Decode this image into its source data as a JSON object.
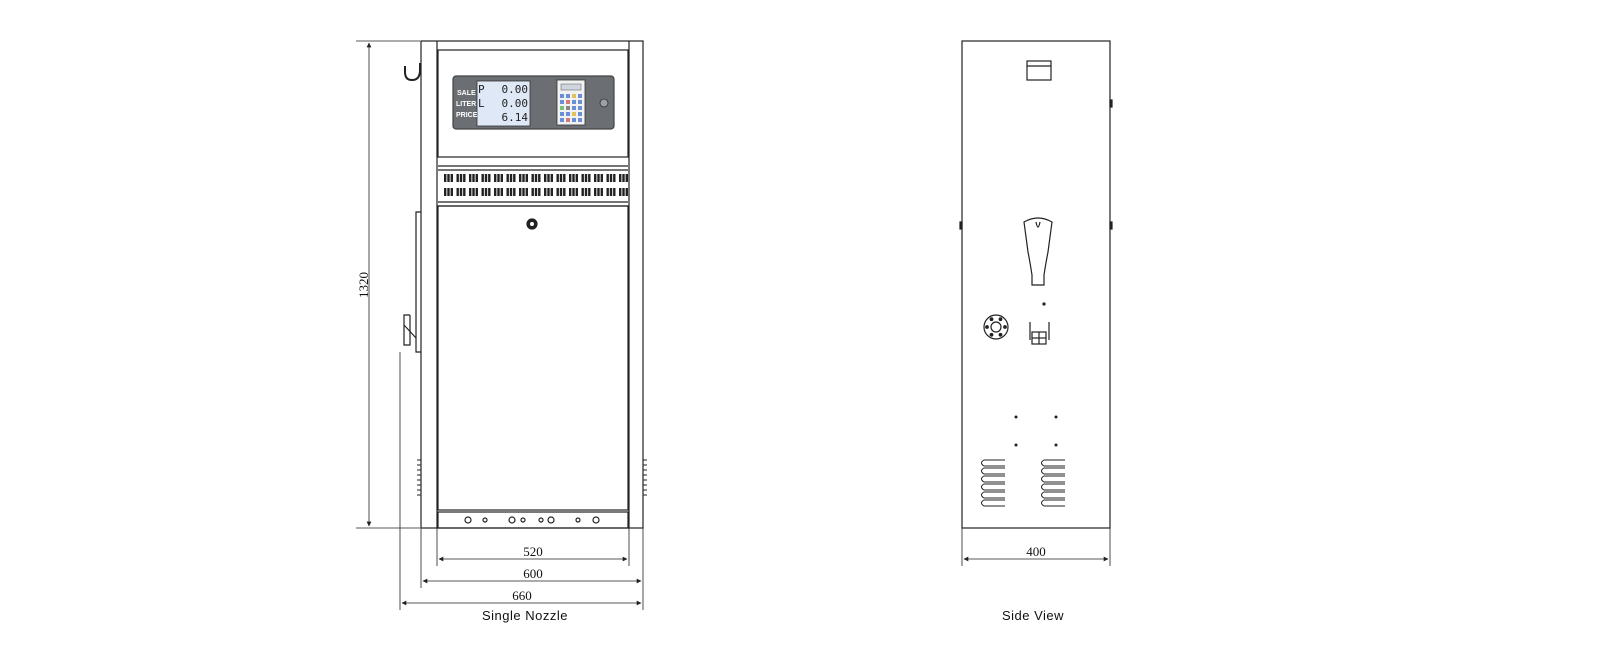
{
  "front_view": {
    "caption": "Single Nozzle",
    "height_dim": "1320",
    "width_dims": [
      "520",
      "600",
      "660"
    ],
    "display": {
      "labels": [
        "SALE",
        "LITER",
        "PRICE"
      ],
      "prefixes": [
        "P",
        "L",
        ""
      ],
      "values": [
        "0.00",
        "0.00",
        "6.14"
      ]
    }
  },
  "side_view": {
    "caption": "Side View",
    "width_dim": "400"
  },
  "colors": {
    "line": "#222222",
    "panel": "#6b6f73",
    "screen": "#dfe8f7"
  }
}
